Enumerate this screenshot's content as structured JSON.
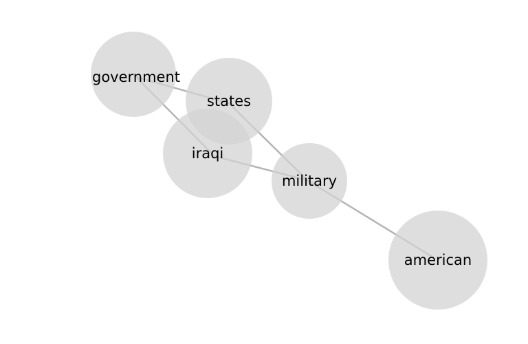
{
  "graph": {
    "nodes": [
      {
        "id": "government",
        "label": "government"
      },
      {
        "id": "states",
        "label": "states"
      },
      {
        "id": "iraqi",
        "label": "iraqi"
      },
      {
        "id": "military",
        "label": "military"
      },
      {
        "id": "american",
        "label": "american"
      }
    ],
    "edges": [
      {
        "source": "government",
        "target": "states"
      },
      {
        "source": "government",
        "target": "iraqi"
      },
      {
        "source": "states",
        "target": "military"
      },
      {
        "source": "iraqi",
        "target": "military"
      },
      {
        "source": "military",
        "target": "american"
      }
    ],
    "colors": {
      "node_fill": "#d3d3d3",
      "edge": "#b4b4b4",
      "label": "#000000",
      "background": "#ffffff"
    }
  }
}
